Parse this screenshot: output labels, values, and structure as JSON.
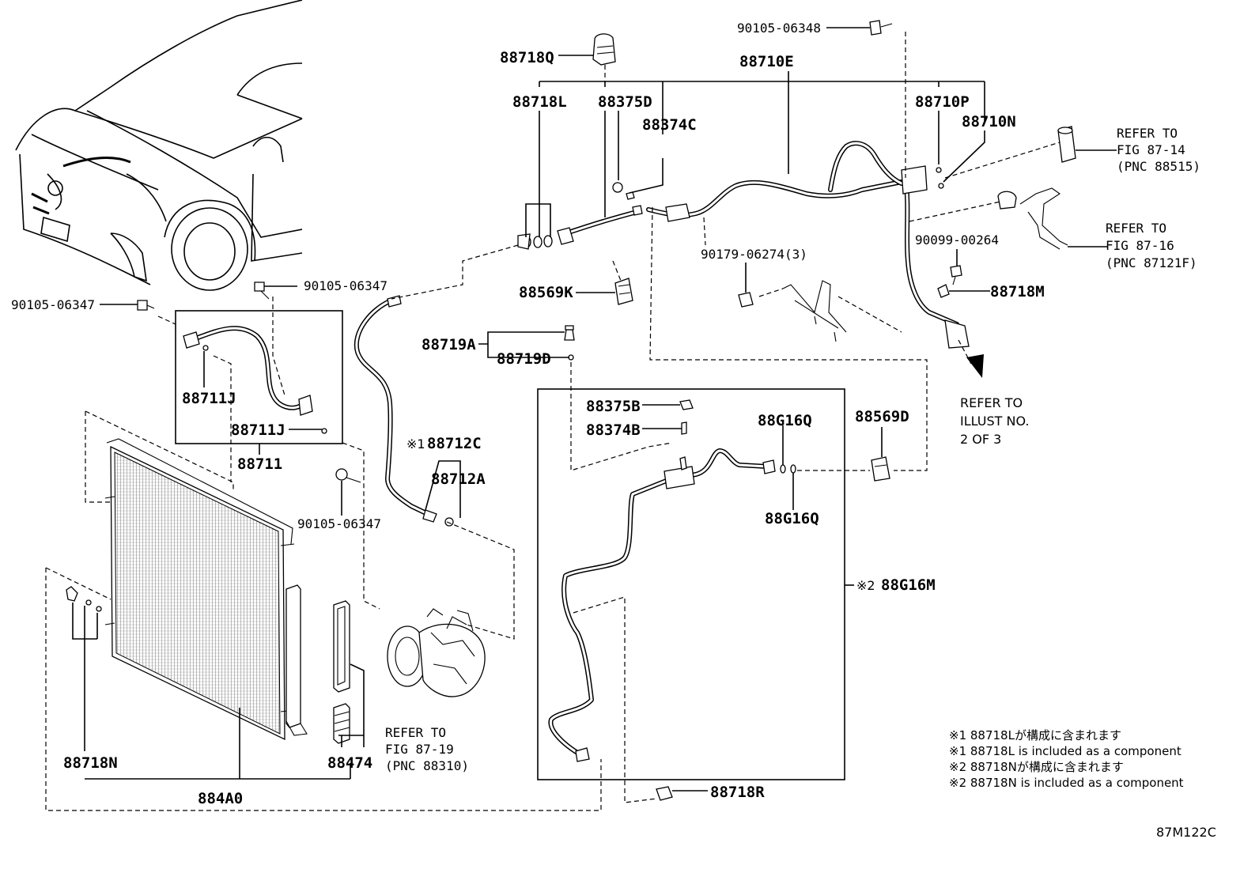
{
  "labels": {
    "p90105_06348": "90105-06348",
    "p88718Q": "88718Q",
    "p88710E": "88710E",
    "p88718L": "88718L",
    "p88375D": "88375D",
    "p88374C": "88374C",
    "p88710P": "88710P",
    "p88710N": "88710N",
    "p90099_00264": "90099-00264",
    "p88718M": "88718M",
    "p90179_06274": "90179-06274(3)",
    "p88569K": "88569K",
    "p88719A": "88719A",
    "p88719D": "88719D",
    "p90105_06347_a": "90105-06347",
    "p90105_06347_b": "90105-06347",
    "p90105_06347_c": "90105-06347",
    "p88711J_a": "88711J",
    "p88711J_b": "88711J",
    "p88711": "88711",
    "p88712C": "88712C",
    "p88712C_mark": "※1",
    "p88712A": "88712A",
    "p88375B": "88375B",
    "p88374B": "88374B",
    "p88G16Q_a": "88G16Q",
    "p88G16Q_b": "88G16Q",
    "p88569D": "88569D",
    "p88G16M": "88G16M",
    "p88G16M_mark": "※2",
    "p88718N": "88718N",
    "p88474": "88474",
    "p884A0": "884A0",
    "p88718R": "88718R"
  },
  "refs": {
    "fig_87_14": [
      "REFER TO",
      "FIG 87-14",
      "(PNC 88515)"
    ],
    "fig_87_16": [
      "REFER TO",
      "FIG 87-16",
      "(PNC 87121F)"
    ],
    "illust_2of3": [
      "REFER TO",
      "ILLUST NO.",
      "2 OF 3"
    ],
    "fig_87_19": [
      "REFER TO",
      "FIG 87-19",
      "(PNC 88310)"
    ]
  },
  "notes": [
    "※1 88718Lが構成に含まれます",
    "※1 88718L is included as a component",
    "※2 88718Nが構成に含まれます",
    "※2 88718N is included as a component"
  ],
  "figure_id": "87M122C"
}
